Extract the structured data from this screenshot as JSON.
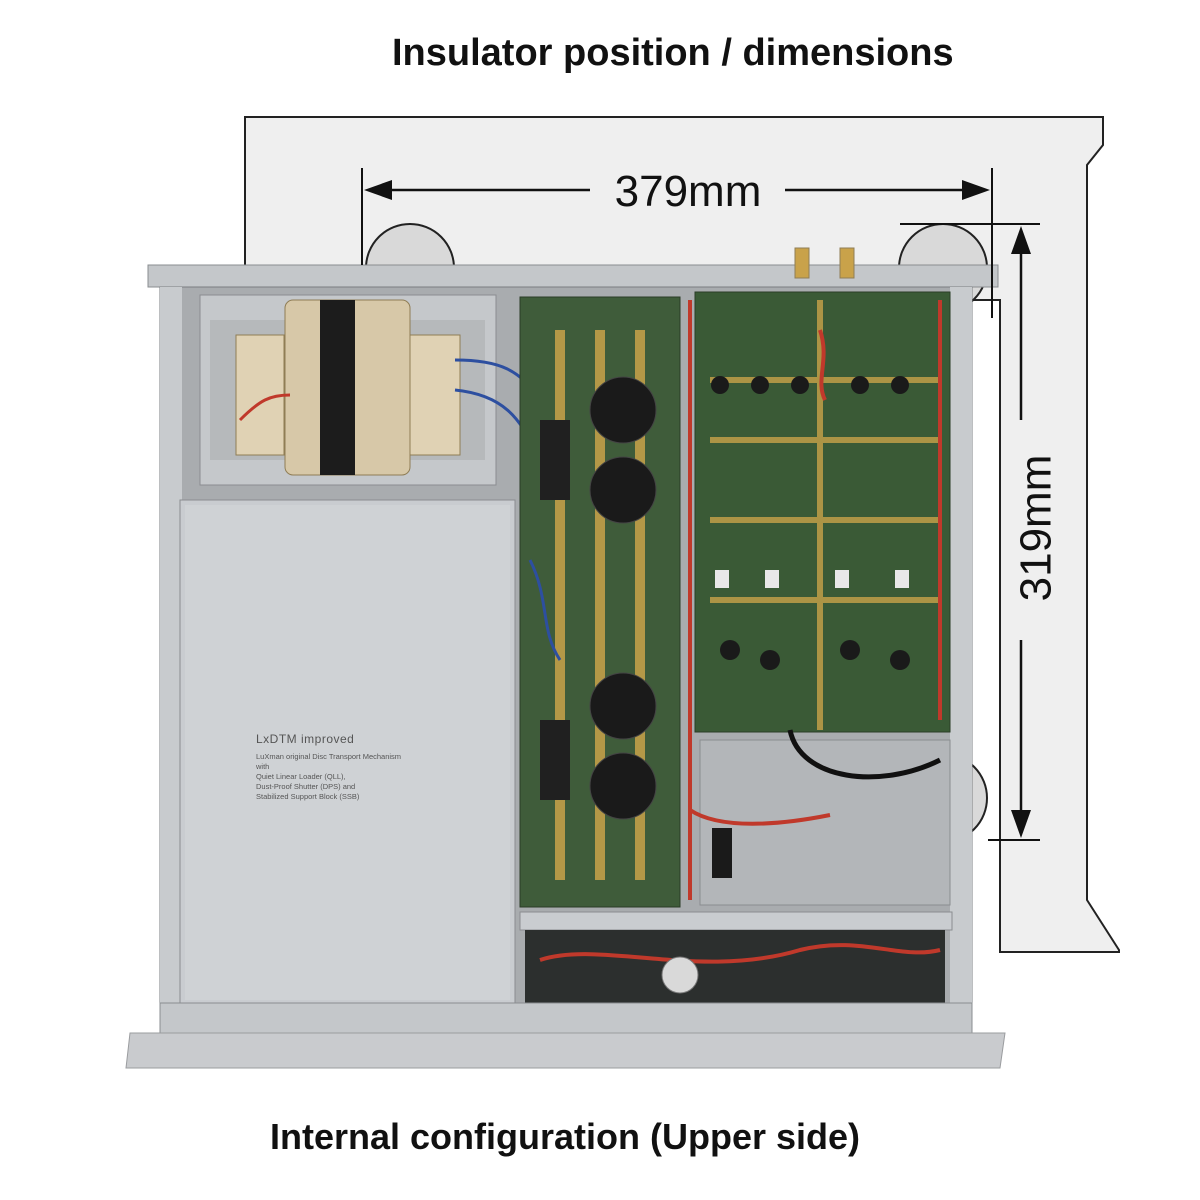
{
  "titles": {
    "top": "Insulator position / dimensions",
    "bottom": "Internal configuration (Upper side)"
  },
  "dimensions": {
    "width_label": "379mm",
    "depth_label": "319mm"
  },
  "mechanism_panel": {
    "heading": "LxDTM improved",
    "lines": [
      "LuXman original Disc Transport Mechanism",
      "with",
      "Quiet Linear Loader (QLL),",
      "Dust-Proof Shutter (DPS) and",
      "Stabilized Support Block (SSB)"
    ]
  },
  "colors": {
    "footprint_fill": "#efefef",
    "chassis": "#b9bcbf",
    "pcb_green": "#3f5c3a",
    "copper_trace": "#c9a24a"
  }
}
